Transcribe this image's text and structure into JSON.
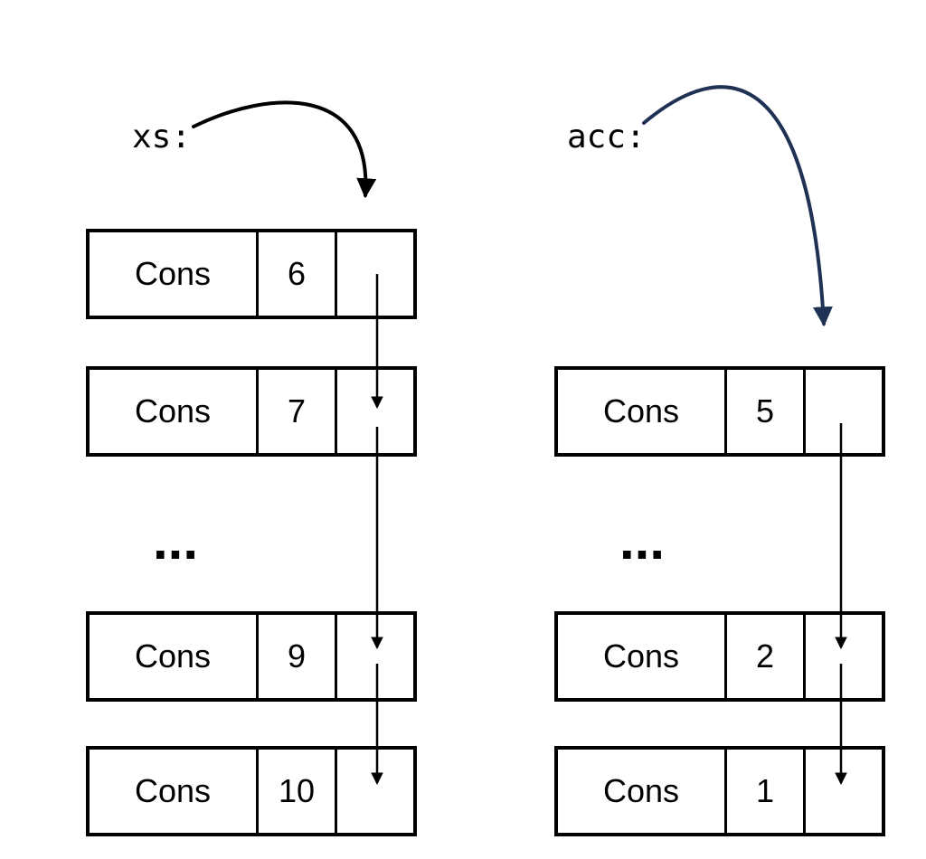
{
  "colors": {
    "foreground": "#000000",
    "acc_arrow": "#203254"
  },
  "lists": [
    {
      "id": "xs",
      "label": "xs:",
      "ellipsis": "...",
      "rows": [
        {
          "tag": "Cons",
          "value": "6"
        },
        {
          "tag": "Cons",
          "value": "7"
        },
        {
          "tag": "Cons",
          "value": "9"
        },
        {
          "tag": "Cons",
          "value": "10"
        }
      ]
    },
    {
      "id": "acc",
      "label": "acc:",
      "ellipsis": "...",
      "rows": [
        {
          "tag": "Cons",
          "value": "5"
        },
        {
          "tag": "Cons",
          "value": "2"
        },
        {
          "tag": "Cons",
          "value": "1"
        }
      ]
    }
  ]
}
